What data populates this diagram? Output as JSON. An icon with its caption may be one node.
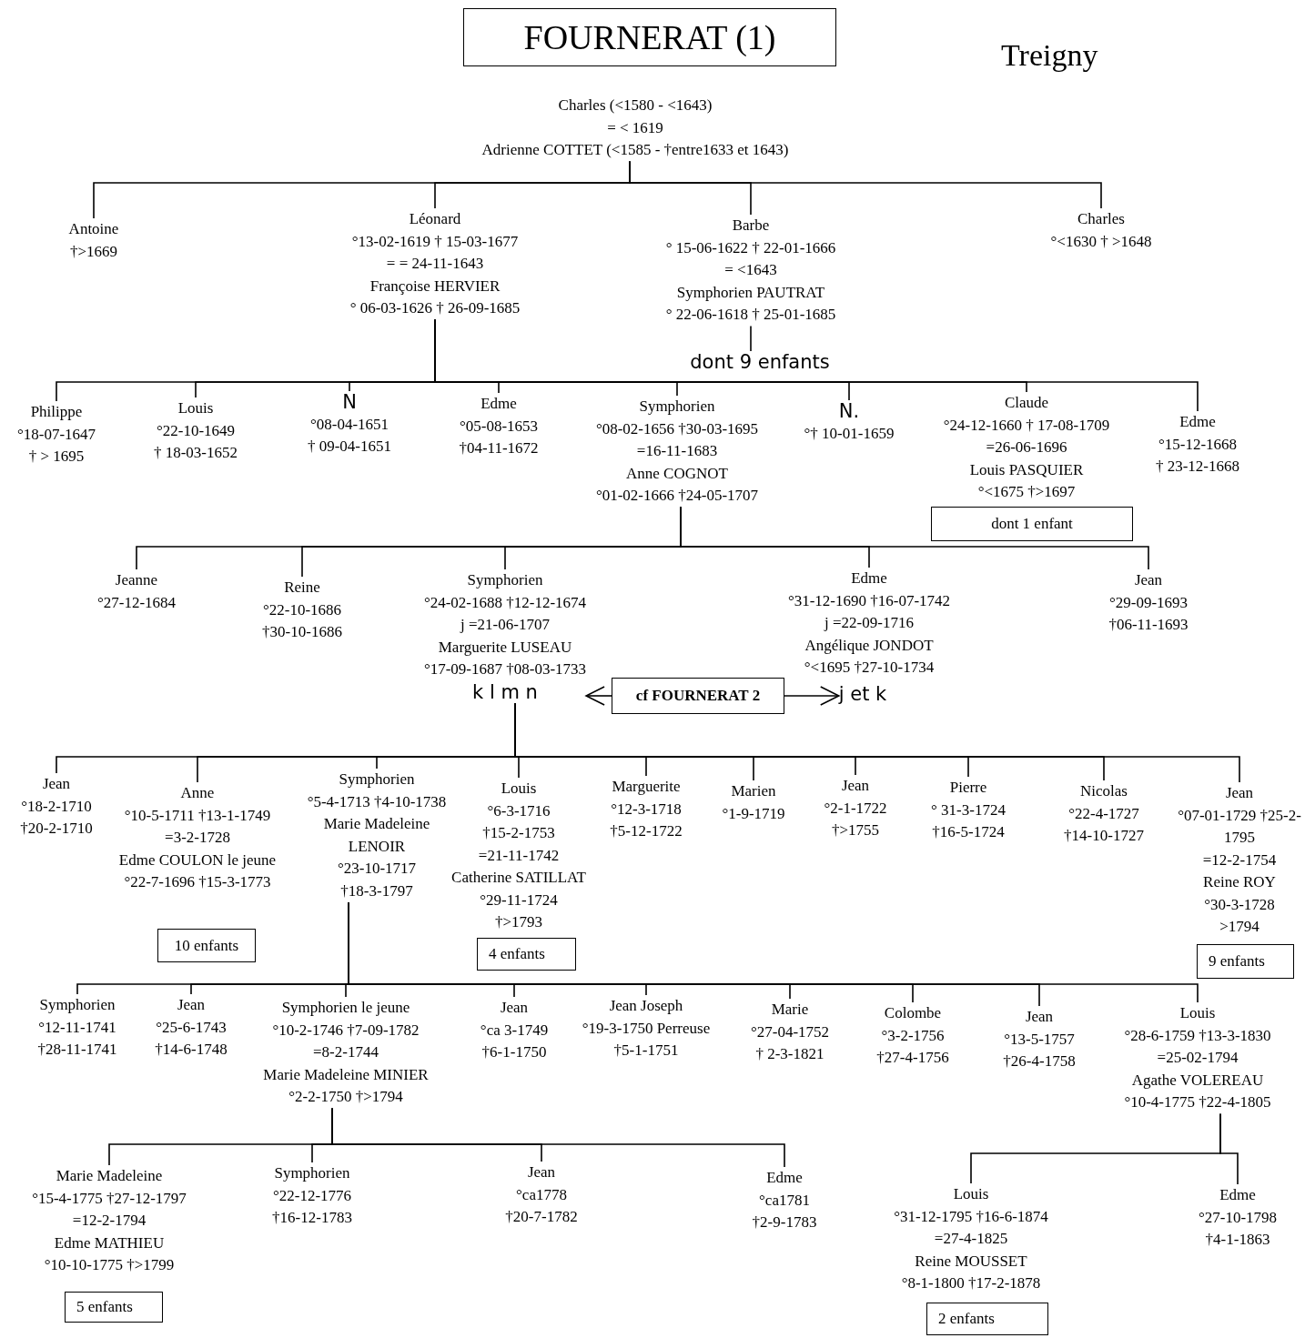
{
  "diagram": {
    "title": "FOURNERAT (1)",
    "nodes": [
      {
        "text": [
          "Charles (<1580 - <1643)",
          "= < 1619",
          "Adrienne COTTET (<1585 - †entre1633 et 1643)"
        ]
      },
      {
        "text": [
          "Antoine",
          "†>1669"
        ]
      },
      {
        "text": [
          "Léonard",
          "°13-02-1619 † 15-03-1677",
          "= = 24-11-1643",
          "Françoise HERVIER",
          "° 06-03-1626 † 26-09-1685"
        ]
      },
      {
        "text": [
          "Barbe",
          "° 15-06-1622 † 22-01-1666",
          "= <1643",
          "Symphorien PAUTRAT",
          "° 22-06-1618 † 25-01-1685"
        ]
      },
      {
        "text": [
          "Charles",
          "°<1630 † >1648"
        ]
      },
      {
        "text": [
          "dont 9 enfants"
        ]
      },
      {
        "text": [
          "Philippe",
          "°18-07-1647",
          "† > 1695"
        ]
      },
      {
        "text": [
          "Louis",
          "°22-10-1649",
          "† 18-03-1652"
        ]
      },
      {
        "text": [
          "N",
          "°08-04-1651",
          "† 09-04-1651"
        ]
      },
      {
        "text": [
          "Edme",
          "°05-08-1653",
          "†04-11-1672"
        ]
      },
      {
        "text": [
          "Symphorien",
          "°08-02-1656 †30-03-1695",
          "=16-11-1683",
          "Anne COGNOT",
          "°01-02-1666 †24-05-1707"
        ]
      },
      {
        "text": [
          "N.",
          "°† 10-01-1659"
        ]
      },
      {
        "text": [
          "Claude",
          "°24-12-1660 † 17-08-1709",
          "=26-06-1696",
          "Louis PASQUIER",
          "°<1675 †>1697"
        ]
      },
      {
        "text": [
          "Edme",
          "°15-12-1668",
          "† 23-12-1668"
        ]
      },
      {
        "text": [
          "dont 1 enfant"
        ]
      },
      {
        "text": [
          "Jeanne",
          "°27-12-1684"
        ]
      },
      {
        "text": [
          "Reine",
          "°22-10-1686",
          "†30-10-1686"
        ]
      },
      {
        "text": [
          "Symphorien",
          "°24-02-1688 †12-12-1674",
          "j =21-06-1707",
          "Marguerite LUSEAU",
          "°17-09-1687 †08-03-1733",
          "k l m n"
        ]
      },
      {
        "text": [
          "Edme",
          "°31-12-1690 †16-07-1742",
          "j =22-09-1716",
          "Angélique JONDOT",
          "°<1695 †27-10-1734"
        ]
      },
      {
        "text": [
          "Jean",
          "°29-09-1693",
          "†06-11-1693"
        ]
      },
      {
        "text": [
          "cf FOURNERAT 2"
        ]
      },
      {
        "text": [
          "j et k"
        ]
      },
      {
        "text": [
          "Jean",
          "°18-2-1710",
          "†20-2-1710"
        ]
      },
      {
        "text": [
          "Anne",
          "°10-5-1711 †13-1-1749",
          "=3-2-1728",
          "Edme COULON le jeune",
          "°22-7-1696 †15-3-1773"
        ]
      },
      {
        "text": [
          "Symphorien",
          "°5-4-1713 †4-10-1738",
          "Marie Madeleine LENOIR",
          "°23-10-1717",
          "†18-3-1797"
        ]
      },
      {
        "text": [
          "Louis",
          "°6-3-1716",
          "†15-2-1753",
          "=21-11-1742",
          "Catherine SATILLAT",
          "°29-11-1724",
          "†>1793"
        ]
      },
      {
        "text": [
          "Marguerite",
          "°12-3-1718",
          "†5-12-1722"
        ]
      },
      {
        "text": [
          "Marien",
          "°1-9-1719"
        ]
      },
      {
        "text": [
          "Jean",
          "°2-1-1722",
          "†>1755"
        ]
      },
      {
        "text": [
          "Pierre",
          "° 31-3-1724",
          "†16-5-1724"
        ]
      },
      {
        "text": [
          "Nicolas",
          "°22-4-1727",
          "†14-10-1727"
        ]
      },
      {
        "text": [
          "Jean",
          "°07-01-1729 †25-2-1795",
          "=12-2-1754",
          "Reine ROY",
          "°30-3-1728",
          ">1794"
        ]
      },
      {
        "text": [
          "10 enfants"
        ]
      },
      {
        "text": [
          "4 enfants"
        ]
      },
      {
        "text": [
          "9 enfants"
        ]
      },
      {
        "text": [
          "Symphorien",
          "°12-11-1741",
          "†28-11-1741"
        ]
      },
      {
        "text": [
          "Jean",
          "°25-6-1743",
          "†14-6-1748"
        ]
      },
      {
        "text": [
          "Symphorien le jeune",
          "°10-2-1746 †7-09-1782",
          "=8-2-1744",
          "Marie Madeleine MINIER",
          "°2-2-1750 †>1794"
        ]
      },
      {
        "text": [
          "Jean",
          "°ca 3-1749",
          "†6-1-1750"
        ]
      },
      {
        "text": [
          "Jean Joseph",
          "°19-3-1750 Perreuse",
          "†5-1-1751"
        ]
      },
      {
        "text": [
          "Marie",
          "°27-04-1752",
          "† 2-3-1821"
        ]
      },
      {
        "text": [
          "Colombe",
          "°3-2-1756",
          "†27-4-1756"
        ]
      },
      {
        "text": [
          "Jean",
          "°13-5-1757",
          "†26-4-1758"
        ]
      },
      {
        "text": [
          "Louis",
          "°28-6-1759 †13-3-1830",
          "=25-02-1794",
          "Agathe VOLEREAU",
          "°10-4-1775 †22-4-1805"
        ]
      },
      {
        "text": [
          "Marie Madeleine",
          "°15-4-1775 †27-12-1797",
          "=12-2-1794",
          "Edme MATHIEU",
          "°10-10-1775 †>1799"
        ]
      },
      {
        "text": [
          "Symphorien",
          "°22-12-1776",
          "†16-12-1783"
        ]
      },
      {
        "text": [
          "Jean",
          "°ca1778",
          "†20-7-1782"
        ]
      },
      {
        "text": [
          "Edme",
          "°ca1781",
          "†2-9-1783"
        ]
      },
      {
        "text": [
          "5 enfants"
        ]
      },
      {
        "text": [
          "Louis",
          "°31-12-1795 †16-6-1874",
          "=27-4-1825",
          "Reine MOUSSET",
          "°8-1-1800 †17-2-1878"
        ]
      },
      {
        "text": [
          "Edme",
          "°27-10-1798",
          "†4-1-1863"
        ]
      },
      {
        "text": [
          "2 enfants"
        ]
      }
    ],
    "edges": [
      {
        "from": 0,
        "to": 1,
        "arrow": "none"
      },
      {
        "from": 0,
        "to": 2,
        "arrow": "none"
      },
      {
        "from": 0,
        "to": 3,
        "arrow": "none"
      },
      {
        "from": 0,
        "to": 4,
        "arrow": "none"
      },
      {
        "from": 3,
        "to": 5,
        "arrow": "none"
      },
      {
        "from": 2,
        "to": 6,
        "arrow": "none"
      },
      {
        "from": 2,
        "to": 7,
        "arrow": "none"
      },
      {
        "from": 2,
        "to": 8,
        "arrow": "none"
      },
      {
        "from": 2,
        "to": 9,
        "arrow": "none"
      },
      {
        "from": 2,
        "to": 10,
        "arrow": "none"
      },
      {
        "from": 2,
        "to": 11,
        "arrow": "none"
      },
      {
        "from": 2,
        "to": 12,
        "arrow": "none"
      },
      {
        "from": 2,
        "to": 13,
        "arrow": "none"
      },
      {
        "from": 10,
        "to": 15,
        "arrow": "none"
      },
      {
        "from": 10,
        "to": 16,
        "arrow": "none"
      },
      {
        "from": 10,
        "to": 17,
        "arrow": "none"
      },
      {
        "from": 10,
        "to": 18,
        "arrow": "none"
      },
      {
        "from": 10,
        "to": 19,
        "arrow": "none"
      },
      {
        "from": 20,
        "to": 17,
        "arrow": "to"
      },
      {
        "from": 20,
        "to": 21,
        "arrow": "to"
      },
      {
        "from": 17,
        "to": 22,
        "arrow": "none"
      },
      {
        "from": 17,
        "to": 23,
        "arrow": "none"
      },
      {
        "from": 17,
        "to": 24,
        "arrow": "none"
      },
      {
        "from": 17,
        "to": 25,
        "arrow": "none"
      },
      {
        "from": 17,
        "to": 26,
        "arrow": "none"
      },
      {
        "from": 17,
        "to": 27,
        "arrow": "none"
      },
      {
        "from": 17,
        "to": 28,
        "arrow": "none"
      },
      {
        "from": 17,
        "to": 29,
        "arrow": "none"
      },
      {
        "from": 17,
        "to": 30,
        "arrow": "none"
      },
      {
        "from": 17,
        "to": 31,
        "arrow": "none"
      },
      {
        "from": 24,
        "to": 35,
        "arrow": "none"
      },
      {
        "from": 24,
        "to": 36,
        "arrow": "none"
      },
      {
        "from": 24,
        "to": 37,
        "arrow": "none"
      },
      {
        "from": 24,
        "to": 38,
        "arrow": "none"
      },
      {
        "from": 24,
        "to": 39,
        "arrow": "none"
      },
      {
        "from": 24,
        "to": 40,
        "arrow": "none"
      },
      {
        "from": 24,
        "to": 41,
        "arrow": "none"
      },
      {
        "from": 24,
        "to": 42,
        "arrow": "none"
      },
      {
        "from": 24,
        "to": 43,
        "arrow": "none"
      },
      {
        "from": 37,
        "to": 44,
        "arrow": "none"
      },
      {
        "from": 37,
        "to": 45,
        "arrow": "none"
      },
      {
        "from": 37,
        "to": 46,
        "arrow": "none"
      },
      {
        "from": 37,
        "to": 47,
        "arrow": "none"
      },
      {
        "from": 43,
        "to": 49,
        "arrow": "none"
      },
      {
        "from": 43,
        "to": 50,
        "arrow": "none"
      }
    ],
    "labels": [
      "Treigny"
    ]
  }
}
